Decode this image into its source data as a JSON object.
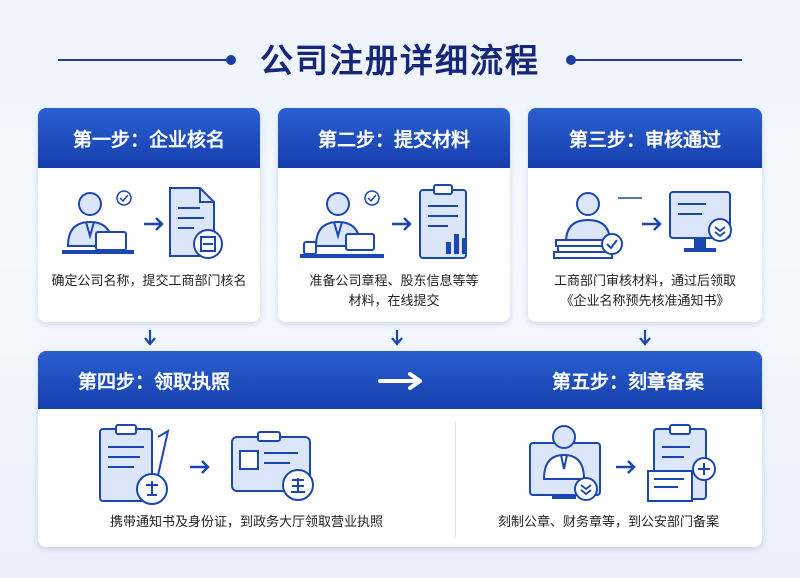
{
  "title": "公司注册详细流程",
  "steps": [
    {
      "label": "第一步：企业核名",
      "desc_lines": [
        "确定公司名称，提交工商部门核名"
      ]
    },
    {
      "label": "第二步：提交材料",
      "desc_lines": [
        "准备公司章程、股东信息等等",
        "材料，在线提交"
      ]
    },
    {
      "label": "第三步：审核通过",
      "desc_lines": [
        "工商部门审核材料，通过后领取",
        "《企业名称预先核准通知书》"
      ]
    },
    {
      "label": "第四步：领取执照",
      "desc_lines": [
        "携带通知书及身份证，到政务大厅领取营业执照"
      ]
    },
    {
      "label": "第五步：刻章备案",
      "desc_lines": [
        "刻制公章、财务章等，到公安部门备案"
      ]
    }
  ],
  "colors": {
    "primary": "#1c46b4",
    "title": "#16277a",
    "light": "#dbe6fb"
  },
  "icons": {
    "step1": [
      "person-laptop-icon",
      "checkmark-icon",
      "arrow-right-icon",
      "document-icon"
    ],
    "step2": [
      "person-desk-icon",
      "checkmark-icon",
      "arrow-right-icon",
      "clipboard-chart-icon"
    ],
    "step3": [
      "person-books-icon",
      "checkmark-icon",
      "arrow-right-icon",
      "monitor-icon"
    ],
    "step4": [
      "clipboard-seal-icon",
      "arrow-right-icon",
      "id-card-icon"
    ],
    "step5": [
      "person-monitor-icon",
      "arrow-right-icon",
      "clipboard-stamp-icon"
    ]
  }
}
